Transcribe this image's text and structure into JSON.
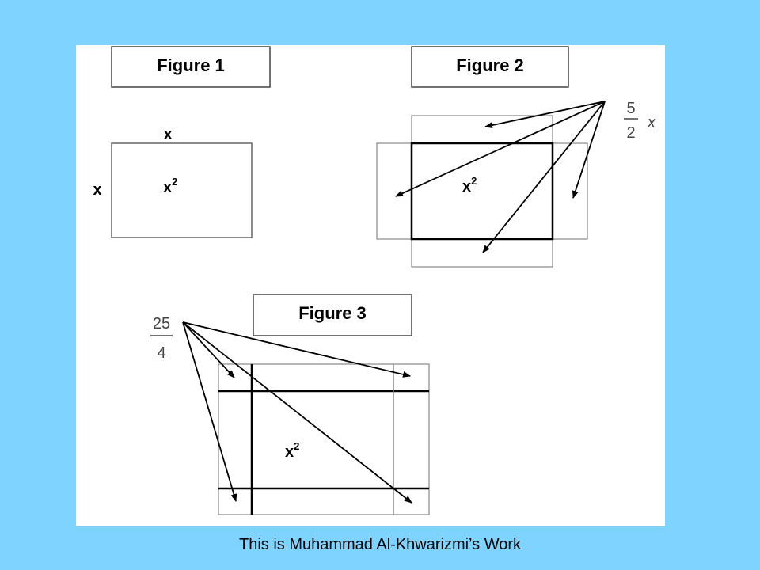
{
  "figures": {
    "figure1": {
      "title": "Figure 1",
      "top_label": "x",
      "side_label": "x",
      "area_label": "x"
    },
    "figure2": {
      "title": "Figure 2",
      "area_label": "x",
      "fraction_num": "5",
      "fraction_den": "2",
      "fraction_var": "x"
    },
    "figure3": {
      "title": "Figure 3",
      "area_label": "x",
      "fraction_num": "25",
      "fraction_den": "4"
    }
  },
  "superscript": "2",
  "caption": "This is Muhammad Al-Khwarizmi’s Work"
}
